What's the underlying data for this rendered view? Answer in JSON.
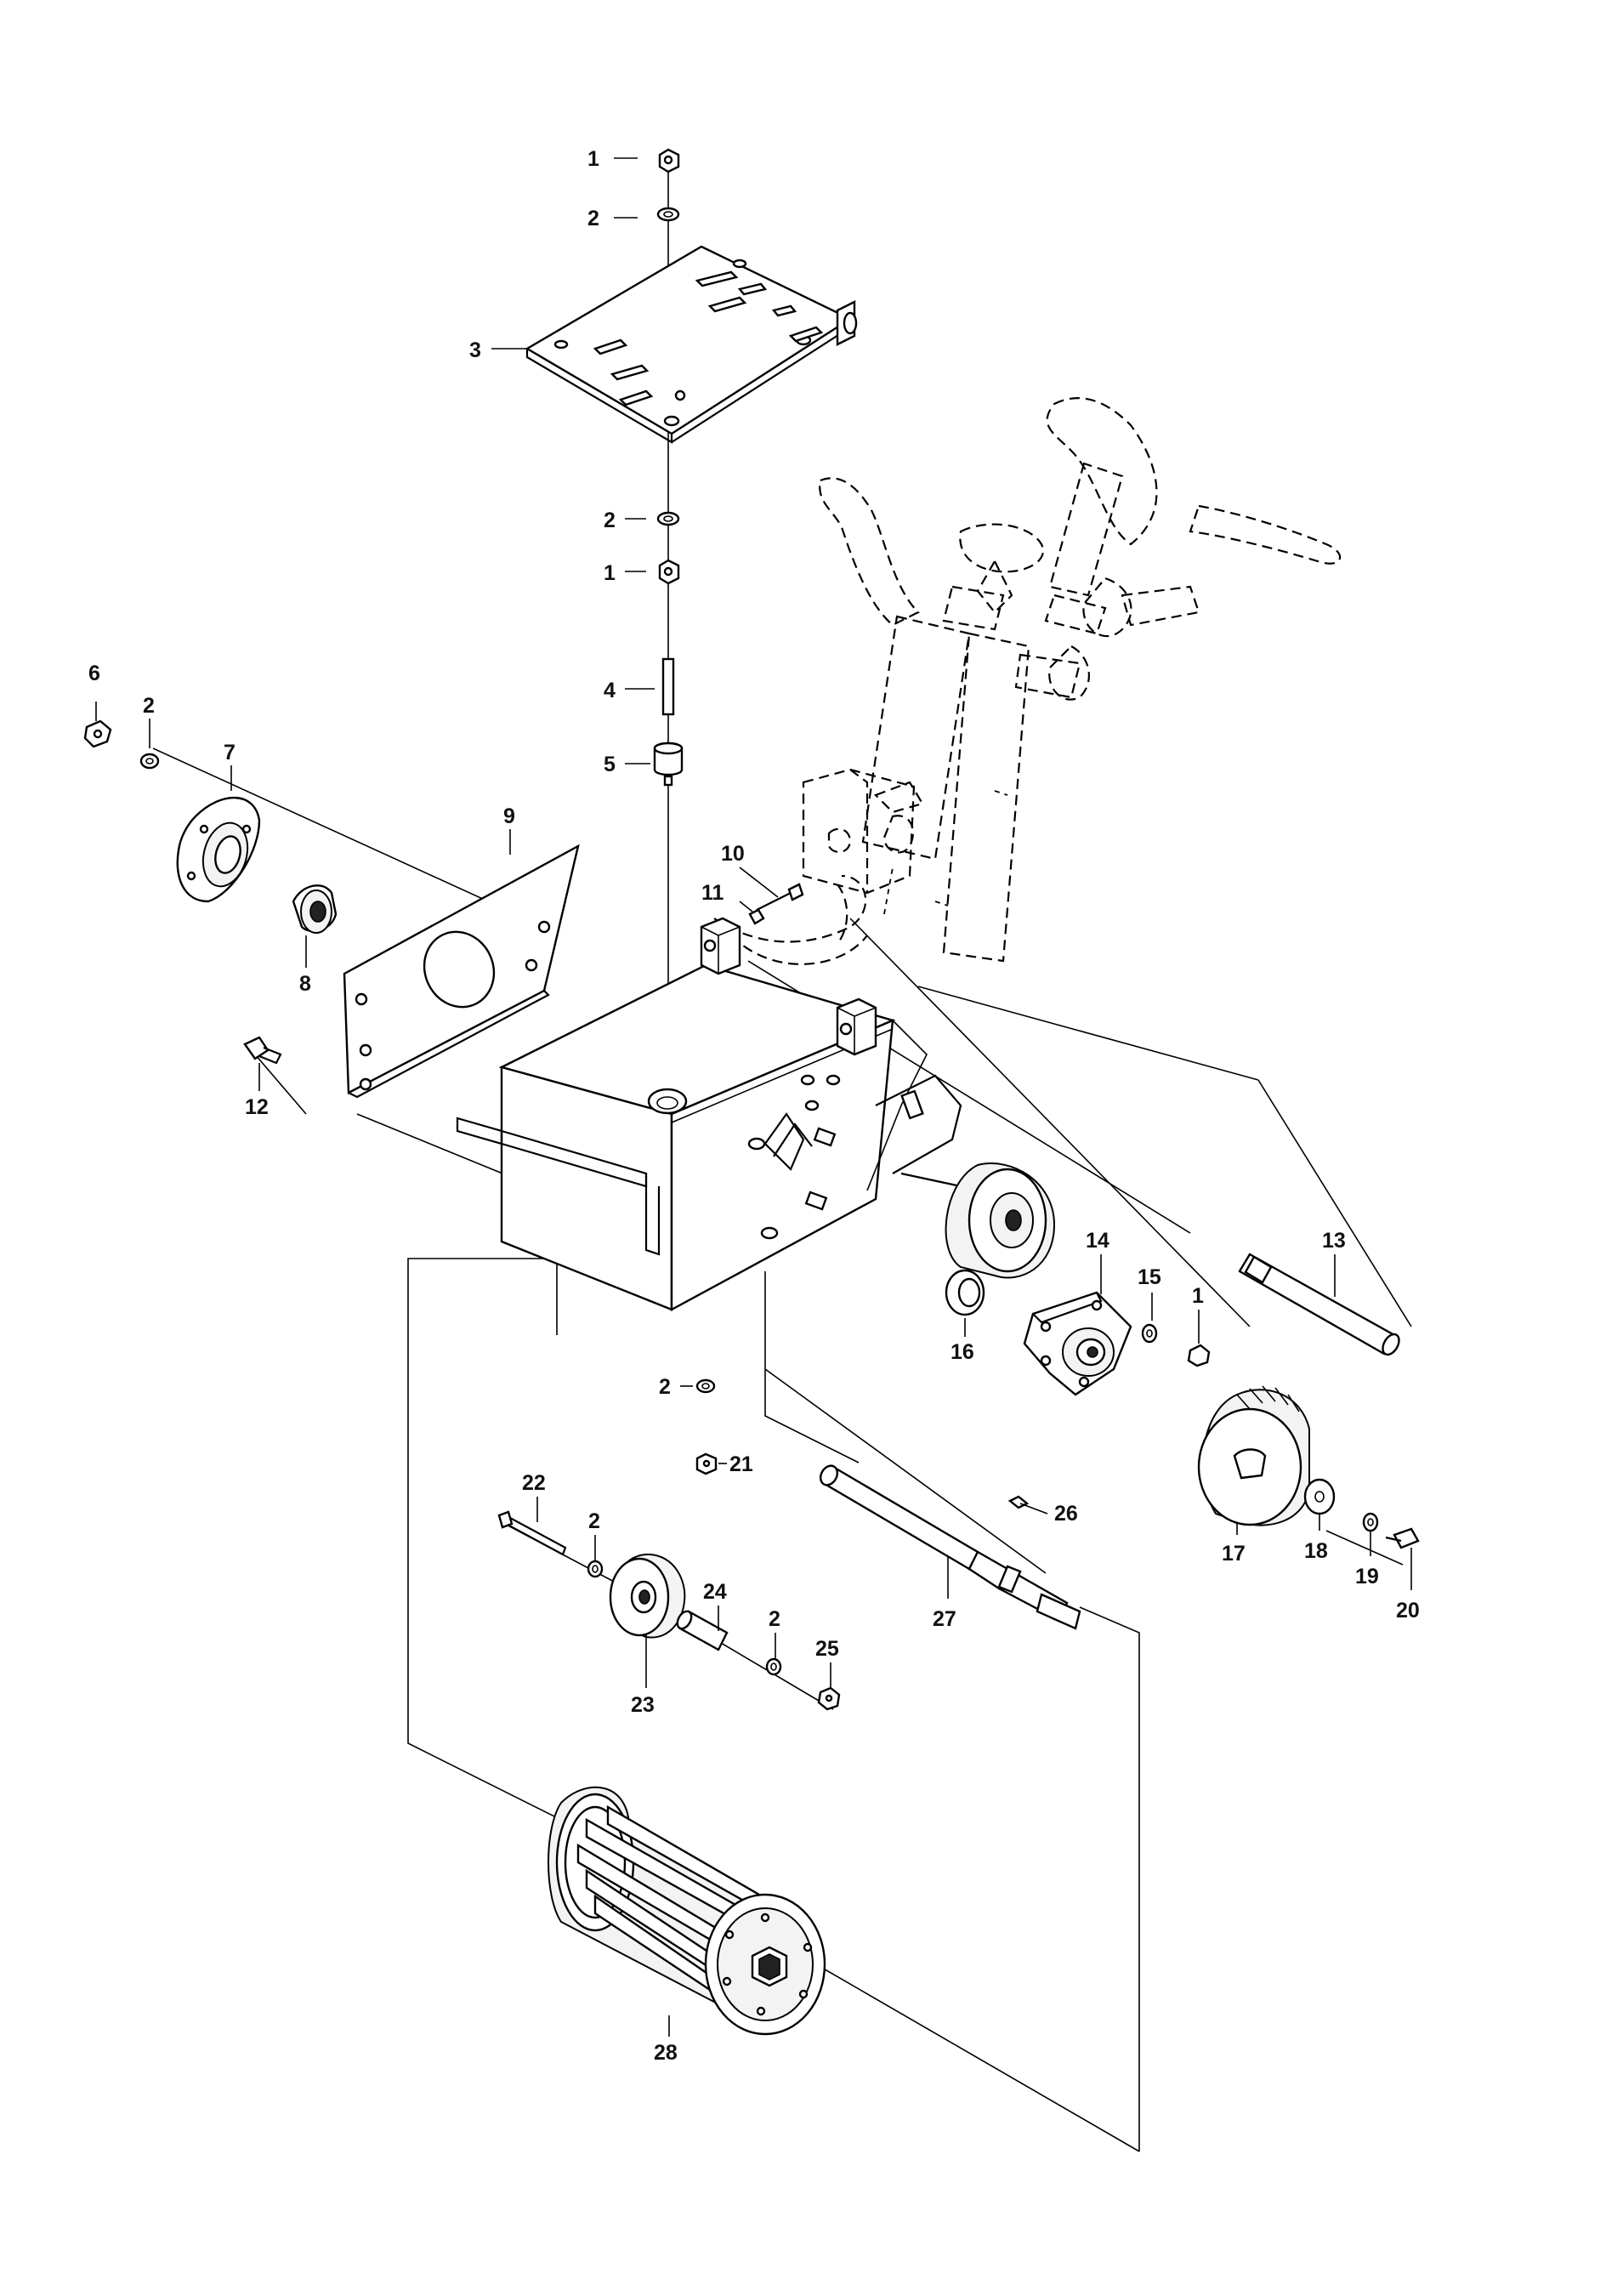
{
  "callouts": [
    {
      "id": "c1a",
      "text": "1"
    },
    {
      "id": "c2a",
      "text": "2"
    },
    {
      "id": "c3",
      "text": "3"
    },
    {
      "id": "c2b",
      "text": "2"
    },
    {
      "id": "c1b",
      "text": "1"
    },
    {
      "id": "c4",
      "text": "4"
    },
    {
      "id": "c5",
      "text": "5"
    },
    {
      "id": "c6",
      "text": "6"
    },
    {
      "id": "c2c",
      "text": "2"
    },
    {
      "id": "c7",
      "text": "7"
    },
    {
      "id": "c8",
      "text": "8"
    },
    {
      "id": "c9",
      "text": "9"
    },
    {
      "id": "c10",
      "text": "10"
    },
    {
      "id": "c11",
      "text": "11"
    },
    {
      "id": "c12",
      "text": "12"
    },
    {
      "id": "c13",
      "text": "13"
    },
    {
      "id": "c14",
      "text": "14"
    },
    {
      "id": "c15",
      "text": "15"
    },
    {
      "id": "c1c",
      "text": "1"
    },
    {
      "id": "c16",
      "text": "16"
    },
    {
      "id": "c2d",
      "text": "2"
    },
    {
      "id": "c21",
      "text": "21"
    },
    {
      "id": "c17",
      "text": "17"
    },
    {
      "id": "c18",
      "text": "18"
    },
    {
      "id": "c19",
      "text": "19"
    },
    {
      "id": "c20",
      "text": "20"
    },
    {
      "id": "c22",
      "text": "22"
    },
    {
      "id": "c2e",
      "text": "2"
    },
    {
      "id": "c26",
      "text": "26"
    },
    {
      "id": "c24",
      "text": "24"
    },
    {
      "id": "c2f",
      "text": "2"
    },
    {
      "id": "c25",
      "text": "25"
    },
    {
      "id": "c27",
      "text": "27"
    },
    {
      "id": "c23",
      "text": "23"
    },
    {
      "id": "c28",
      "text": "28"
    }
  ]
}
